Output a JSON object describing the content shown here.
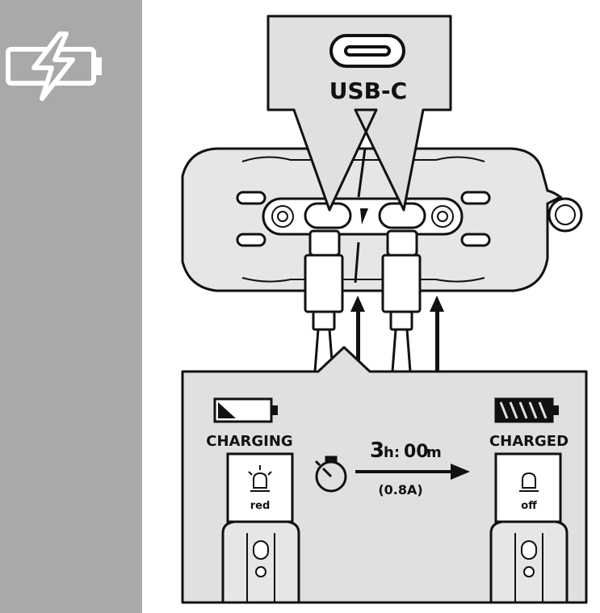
{
  "port": {
    "label": "USB-C"
  },
  "left_status": {
    "label": "CHARGING",
    "led": "red"
  },
  "right_status": {
    "label": "CHARGED",
    "led": "off"
  },
  "timing": {
    "hours": "3",
    "hours_unit": "h:",
    "minutes": "00",
    "minutes_unit": "m",
    "current": "(0.8A)"
  },
  "icons": {
    "sidebar": "battery-charging-icon",
    "timer": "stopwatch-icon",
    "led": "led-lamp-icon"
  },
  "colors": {
    "sidebar": "#a9a9a9",
    "panel": "#e0e0e0",
    "ink": "#111111",
    "device": "#e6e6e6"
  }
}
